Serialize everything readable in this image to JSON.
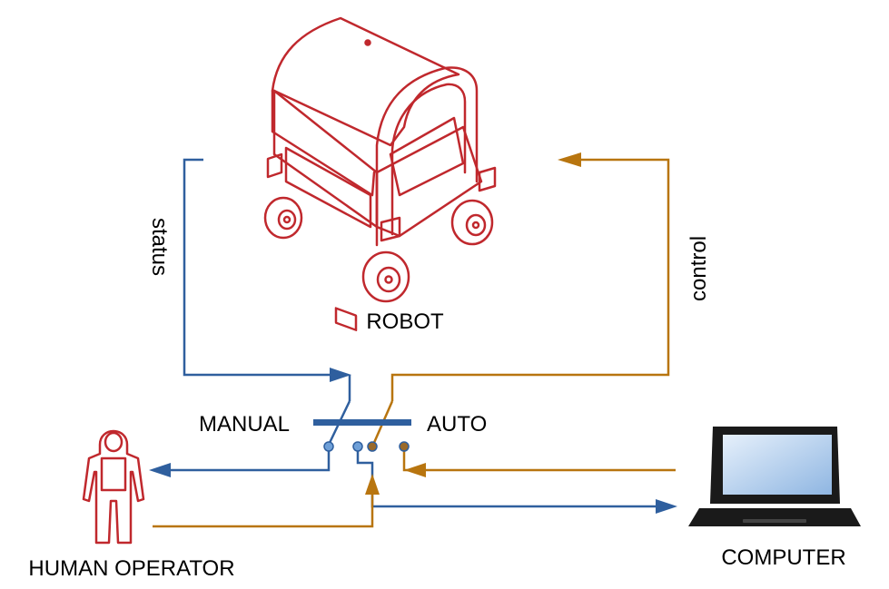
{
  "labels": {
    "robot": "ROBOT",
    "human": "HUMAN OPERATOR",
    "computer": "COMPUTER",
    "manual": "MANUAL",
    "auto": "AUTO",
    "status": "status",
    "control": "control"
  },
  "colors": {
    "status_line": "#2f5f9e",
    "control_line": "#b8750f",
    "robot_outline": "#c0282d",
    "human_outline": "#c0282d",
    "switch_bar": "#2f5f9e",
    "manual_contact": "#6fa0d8",
    "auto_contact": "#9a6a2a",
    "laptop_body": "#1a1a1a",
    "laptop_screen": "#b9d3ef"
  },
  "icons": {
    "robot": "robot-icon",
    "human": "hazmat-suit-person-icon",
    "computer": "laptop-icon"
  }
}
